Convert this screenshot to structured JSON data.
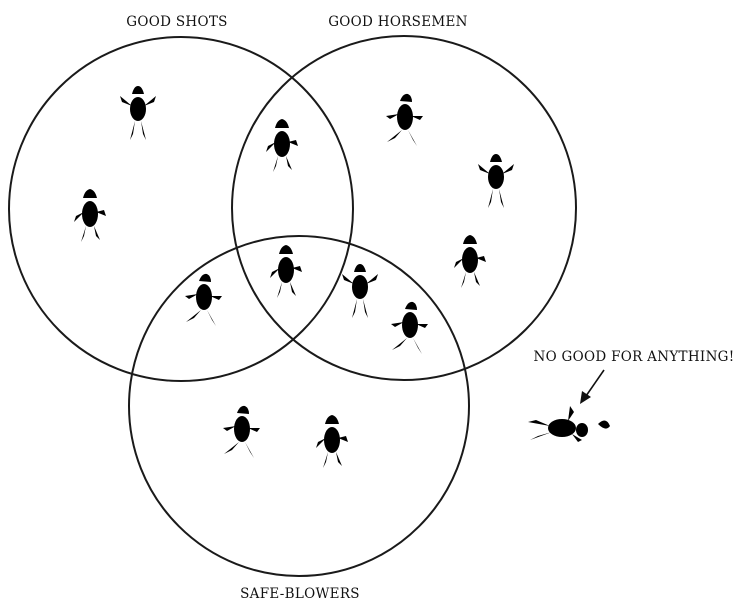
{
  "diagram": {
    "sets": [
      {
        "id": "shots",
        "label": "GOOD SHOTS"
      },
      {
        "id": "horsemen",
        "label": "GOOD HORSEMEN"
      },
      {
        "id": "blowers",
        "label": "SAFE-BLOWERS"
      }
    ],
    "outside_label": "NO GOOD FOR ANYTHING!",
    "figure_counts": {
      "shots_only": 2,
      "horsemen_only": 3,
      "shots_and_horsemen_only": 1,
      "shots_and_blowers_only": 1,
      "all_three": 1,
      "horsemen_and_blowers_only": 2,
      "blowers_only": 2,
      "outside": 1
    },
    "colors": {
      "ink": "#111111",
      "background": "#ffffff"
    }
  }
}
